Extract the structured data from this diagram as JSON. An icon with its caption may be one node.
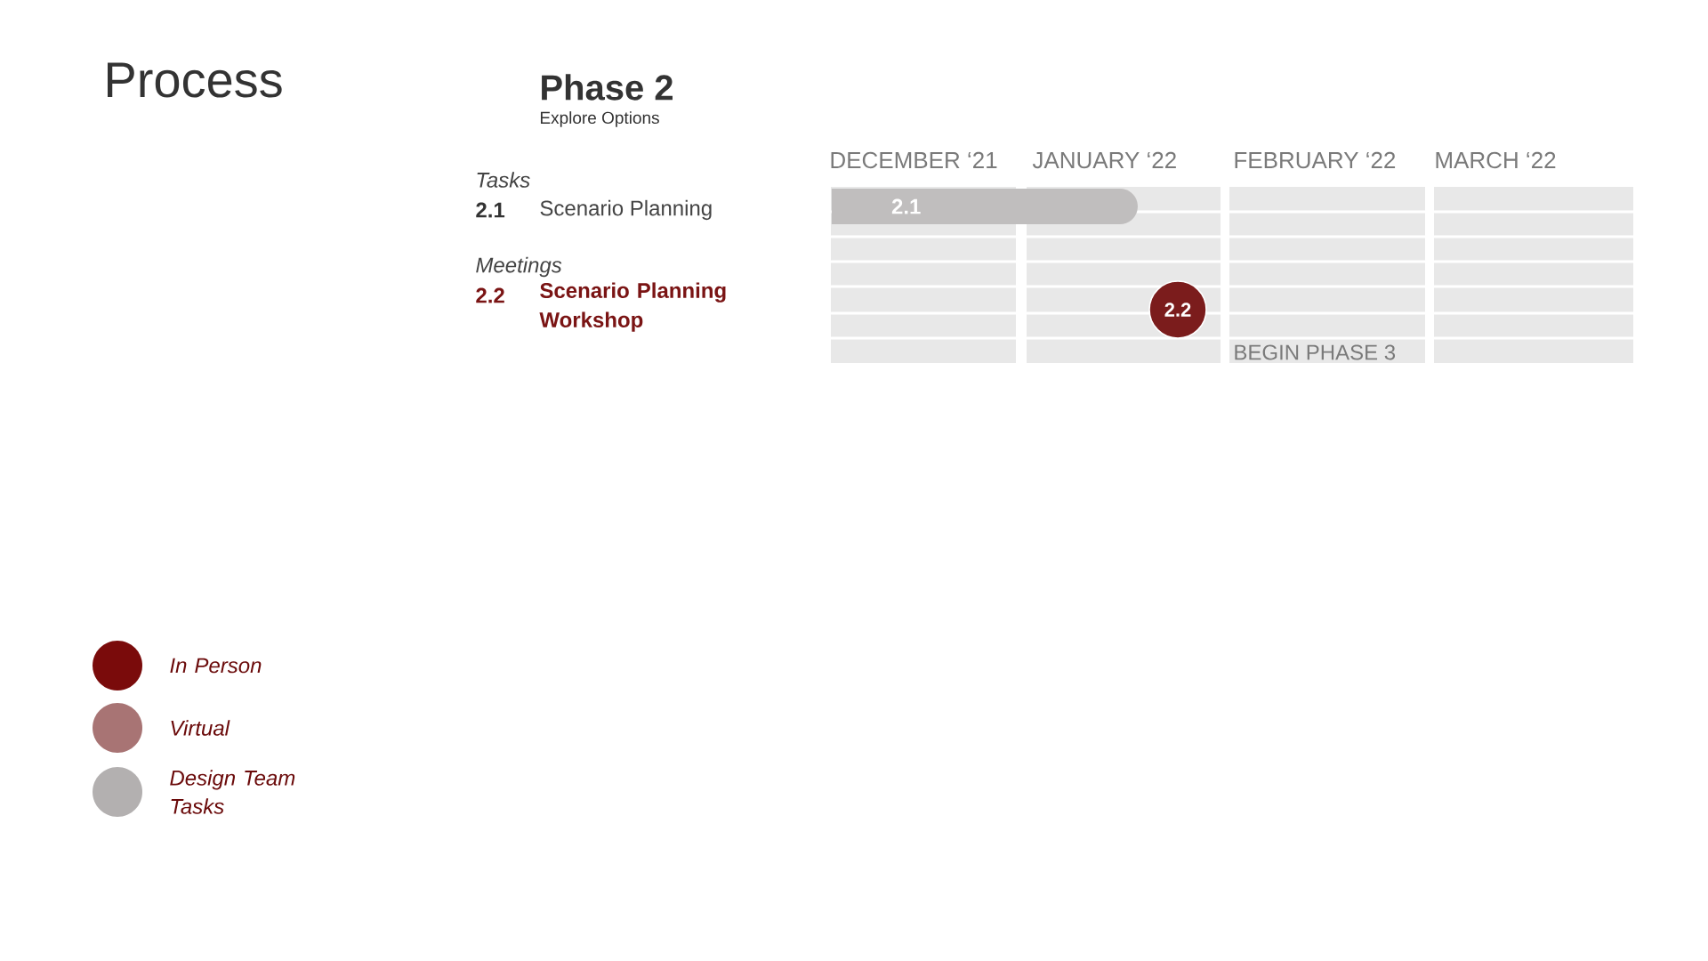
{
  "diagram": {
    "title": "Process",
    "nodes": [
      {
        "text": [
          "2.1"
        ]
      },
      {
        "text": [
          "2.2"
        ]
      }
    ],
    "labels": [
      "Phase 2",
      "Explore Options",
      "Tasks",
      "2.1",
      "Scenario Planning",
      "Meetings",
      "2.2",
      "Scenario Planning Workshop",
      "DECEMBER ‘21",
      "JANUARY ‘22",
      "FEBRUARY ‘22",
      "MARCH ‘22",
      "BEGIN PHASE 3"
    ],
    "legend": [
      {
        "text": "In Person",
        "color": "#7a0b0b"
      },
      {
        "text": "Virtual",
        "color": "#a87474"
      },
      {
        "text": "Design Team Tasks",
        "color": "#b3b0b0"
      }
    ]
  }
}
